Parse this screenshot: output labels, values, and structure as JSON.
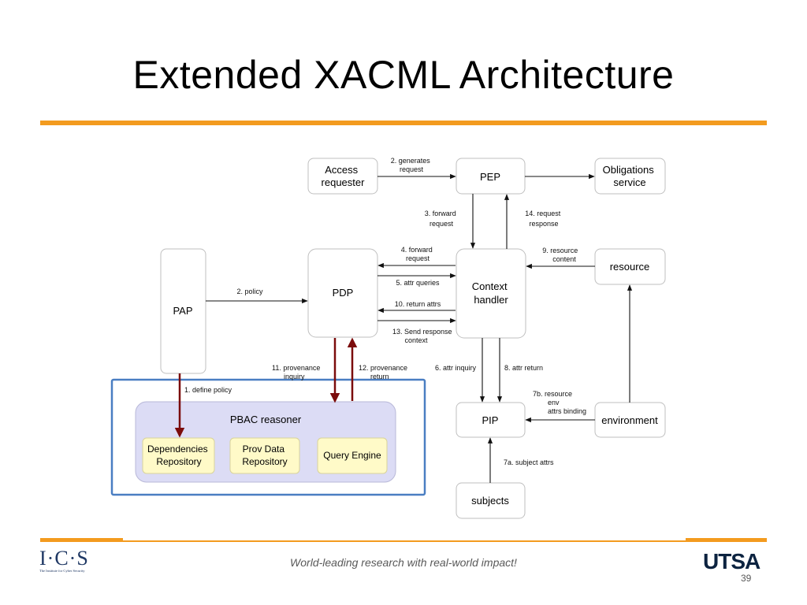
{
  "slide": {
    "title": "Extended XACML Architecture",
    "tagline": "World-leading research with real-world impact!",
    "page_number": "39",
    "accent_color": "#f39b1f"
  },
  "logos": {
    "ics_letters": "I·C·S",
    "ics_subtitle": "The Institute for Cyber Security",
    "utsa": "UTSA"
  },
  "diagram": {
    "nodes": {
      "access_requester": [
        "Access",
        "requester"
      ],
      "pep": [
        "PEP"
      ],
      "obligations": [
        "Obligations",
        "service"
      ],
      "pap": [
        "PAP"
      ],
      "pdp": [
        "PDP"
      ],
      "context_handler": [
        "Context",
        "handler"
      ],
      "resource": [
        "resource"
      ],
      "pip": [
        "PIP"
      ],
      "environment": [
        "environment"
      ],
      "subjects": [
        "subjects"
      ],
      "pbac_reasoner": "PBAC reasoner",
      "dependencies_repo": [
        "Dependencies",
        "Repository"
      ],
      "prov_data_repo": [
        "Prov Data",
        "Repository"
      ],
      "query_engine": [
        "Query Engine"
      ]
    },
    "edge_labels": {
      "generates": [
        "2. generates",
        "request"
      ],
      "forward_request_3": [
        "3. forward",
        "request"
      ],
      "request_response_14": [
        "14. request",
        "response"
      ],
      "forward_request_4": [
        "4. forward",
        "request"
      ],
      "attr_queries_5": [
        "5. attr queries"
      ],
      "return_attrs_10": [
        "10. return attrs"
      ],
      "send_response_13": [
        "13. Send response",
        "context"
      ],
      "resource_content_9": [
        "9. resource",
        "content"
      ],
      "policy_2": [
        "2. policy"
      ],
      "define_policy_1": [
        "1. define policy"
      ],
      "provenance_inquiry_11": [
        "11. provenance",
        "inquiry"
      ],
      "provenance_return_12": [
        "12. provenance",
        "return"
      ],
      "attr_inquiry_6": [
        "6. attr inquiry"
      ],
      "attr_return_8": [
        "8. attr return"
      ],
      "resource_env_7b": [
        "7b. resource",
        "env",
        "attrs binding"
      ],
      "subject_attrs_7a": [
        "7a. subject attrs"
      ]
    },
    "colors": {
      "box_stroke": "#bfbfbf",
      "arrow": "#111111",
      "dark_red_arrow": "#7b0c0c",
      "reasoner_fill": "#dcdcf5",
      "repo_fill": "#fffac8",
      "group_border": "#4a7ec2"
    }
  }
}
